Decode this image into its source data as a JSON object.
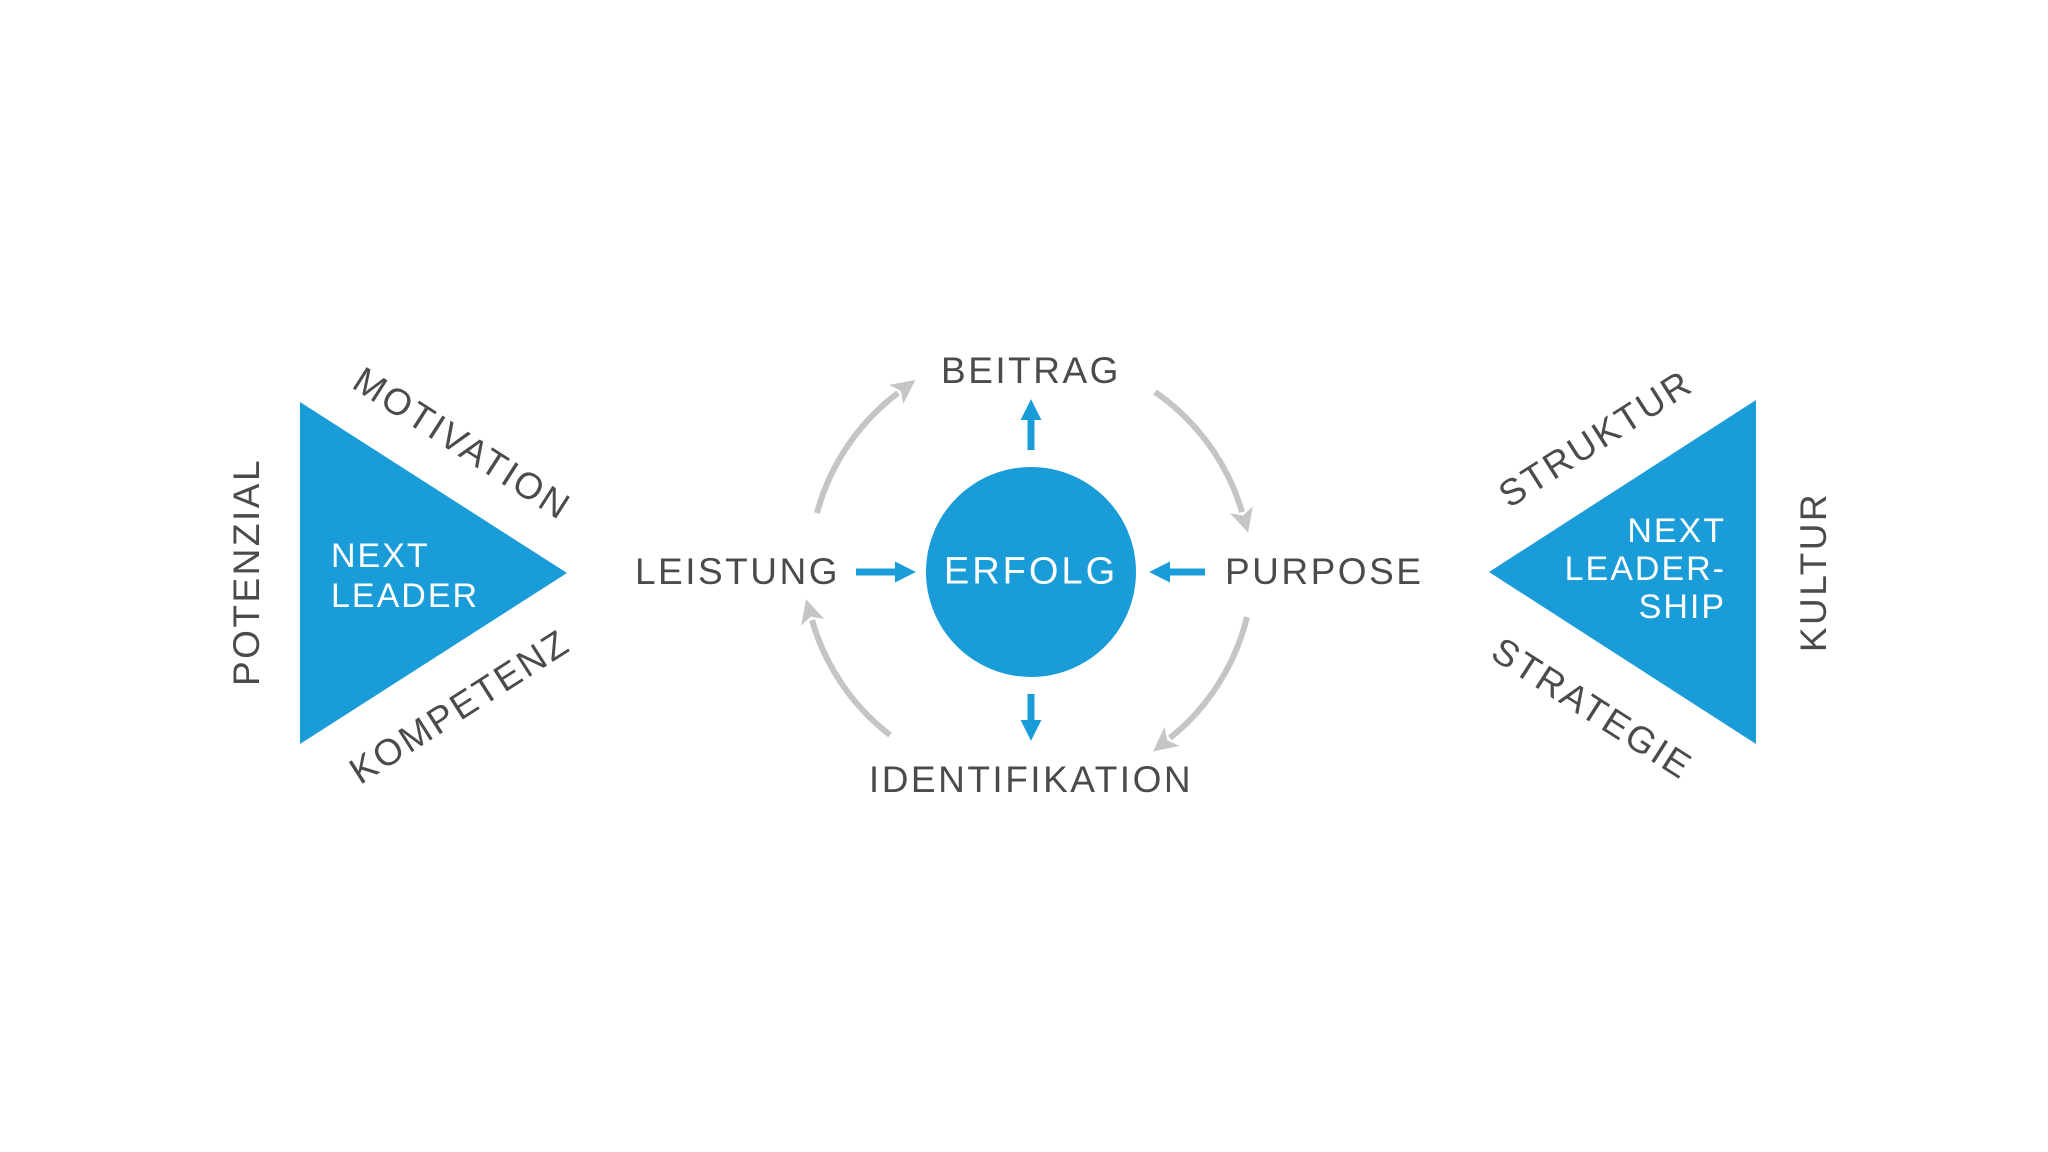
{
  "theme": {
    "blue": "#1A9CD8",
    "text-gray": "#4B4B4D",
    "arc-gray": "#C5C5C5",
    "bg": "#FFFFFF",
    "white": "#FFFFFF"
  },
  "left_triangle": {
    "title_lines": [
      "NEXT",
      "LEADER"
    ],
    "label_left": "POTENZIAL",
    "label_top": "MOTIVATION",
    "label_bottom": "KOMPETENZ"
  },
  "cycle": {
    "center": "ERFOLG",
    "top": "BEITRAG",
    "left": "LEISTUNG",
    "right": "PURPOSE",
    "bottom": "IDENTIFIKATION"
  },
  "right_triangle": {
    "title_lines": [
      "NEXT",
      "LEADER-",
      "SHIP"
    ],
    "label_top": "STRUKTUR",
    "label_right": "KULTUR",
    "label_bottom": "STRATEGIE"
  }
}
